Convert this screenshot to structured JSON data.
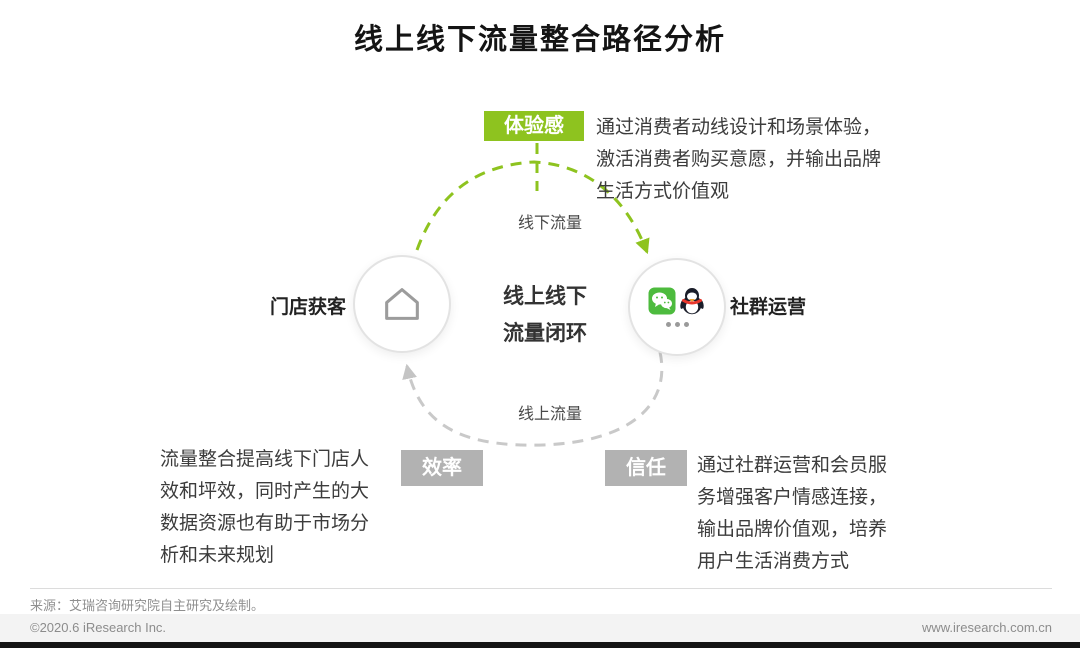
{
  "title": "线上线下流量整合路径分析",
  "colors": {
    "accent_green": "#8ec31f",
    "badge_gray": "#b2b2b2",
    "arrow_gray": "#c9c9c9",
    "wechat_green": "#4dbb3e",
    "qq_red": "#e8372c"
  },
  "diagram": {
    "center": {
      "line1": "线上线下",
      "line2": "流量闭环"
    },
    "nodes": {
      "store": {
        "label": "门店获客",
        "icon": "home-icon"
      },
      "community": {
        "label": "社群运营",
        "icons": [
          "wechat-icon",
          "qq-icon",
          "ellipsis-icon"
        ]
      }
    },
    "flows": {
      "offline": {
        "label": "线下流量",
        "badge": "体验感",
        "description": "通过消费者动线设计和场景体验，激活消费者购买意愿，并输出品牌生活方式价值观"
      },
      "online": {
        "label": "线上流量",
        "badges": [
          {
            "label": "效率",
            "description": "流量整合提高线下门店人效和坪效，同时产生的大数据资源也有助于市场分析和未来规划"
          },
          {
            "label": "信任",
            "description": "通过社群运营和会员服务增强客户情感连接，输出品牌价值观，培养用户生活消费方式"
          }
        ]
      }
    }
  },
  "footer": {
    "source": "来源：艾瑞咨询研究院自主研究及绘制。",
    "copyright": "©2020.6 iResearch Inc.",
    "website": "www.iresearch.com.cn"
  }
}
